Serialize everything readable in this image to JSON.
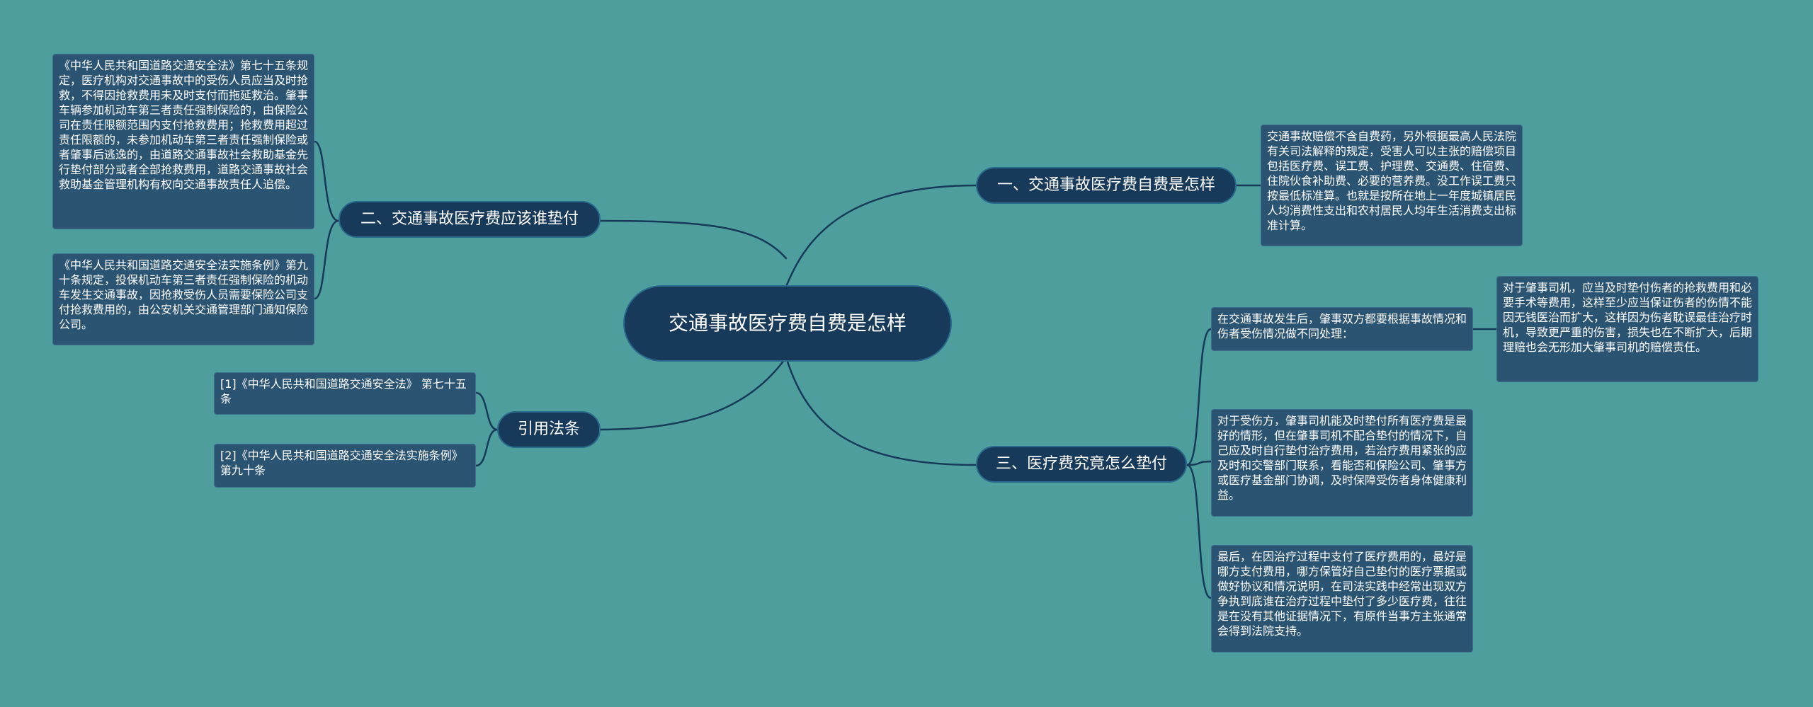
{
  "root": {
    "title": "交通事故医疗费自费是怎样"
  },
  "branches": {
    "b1": {
      "label": "一、交通事故医疗费自费是怎样"
    },
    "b2": {
      "label": "二、交通事故医疗费应该谁垫付"
    },
    "b3": {
      "label": "三、医疗费究竟怎么垫付"
    },
    "b4": {
      "label": "引用法条"
    }
  },
  "leaves": {
    "b1_1": "交通事故赔偿不含自费药，另外根据最高人民法院有关司法解释的规定，受害人可以主张的赔偿项目包括医疗费、误工费、护理费、交通费、住宿费、住院伙食补助费、必要的营养费。没工作误工费只按最低标准算。也就是按所在地上一年度城镇居民人均消费性支出和农村居民人均年生活消费支出标准计算。",
    "b2_1": "《中华人民共和国道路交通安全法》第七十五条规定，医疗机构对交通事故中的受伤人员应当及时抢救，不得因抢救费用未及时支付而拖延救治。肇事车辆参加机动车第三者责任强制保险的，由保险公司在责任限额范围内支付抢救费用；抢救费用超过责任限额的，未参加机动车第三者责任强制保险或者肇事后逃逸的，由道路交通事故社会救助基金先行垫付部分或者全部抢救费用，道路交通事故社会救助基金管理机构有权向交通事故责任人追偿。",
    "b2_2": "《中华人民共和国道路交通安全法实施条例》第九十条规定，投保机动车第三者责任强制保险的机动车发生交通事故，因抢救受伤人员需要保险公司支付抢救费用的，由公安机关交通管理部门通知保险公司。",
    "b3_1": "在交通事故发生后，肇事双方都要根据事故情况和伤者受伤情况做不同处理：",
    "b3_1_1": "对于肇事司机，应当及时垫付伤者的抢救费用和必要手术等费用，这样至少应当保证伤者的伤情不能因无钱医治而扩大，这样因为伤者耽误最佳治疗时机，导致更严重的伤害，损失也在不断扩大，后期理赔也会无形加大肇事司机的赔偿责任。",
    "b3_2": "对于受伤方，肇事司机能及时垫付所有医疗费是最好的情形，但在肇事司机不配合垫付的情况下，自己应及时自行垫付治疗费用，若治疗费用紧张的应及时和交警部门联系，看能否和保险公司、肇事方或医疗基金部门协调，及时保障受伤者身体健康利益。",
    "b3_3": "最后，在因治疗过程中支付了医疗费用的，最好是哪方支付费用，哪方保管好自己垫付的医疗票据或做好协议和情况说明，在司法实践中经常出现双方争执到底谁在治疗过程中垫付了多少医疗费，往往是在没有其他证据情况下，有原件当事方主张通常会得到法院支持。",
    "b4_1": "[1]《中华人民共和国道路交通安全法》 第七十五条",
    "b4_2": "[2]《中华人民共和国道路交通安全法实施条例》 第九十条"
  },
  "colors": {
    "background": "#4e9e9d",
    "node_fill": "#173a5b",
    "leaf_fill": "#2b5473",
    "connector": "#173a5b"
  }
}
